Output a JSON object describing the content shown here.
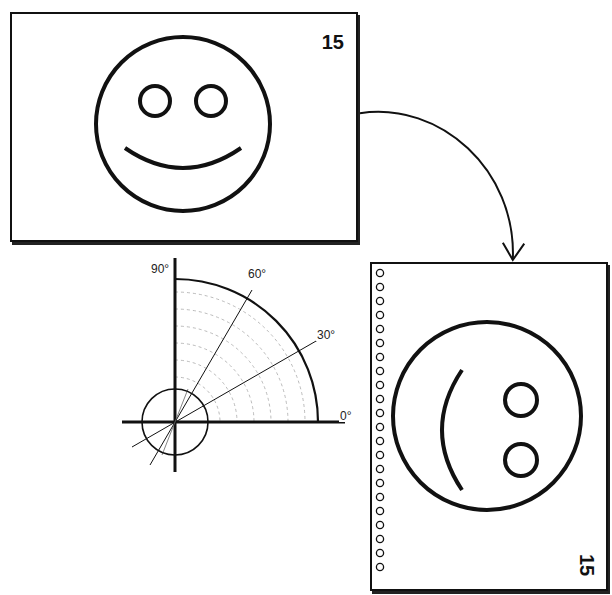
{
  "diagram": {
    "nodes": [
      {
        "text": [
          "15"
        ]
      },
      {
        "text": [
          "15"
        ]
      }
    ],
    "edges": [
      {
        "from": 0,
        "to": 1,
        "arrow": "to"
      }
    ],
    "labels": [
      "90°",
      "60°",
      "30°",
      "0°"
    ]
  }
}
